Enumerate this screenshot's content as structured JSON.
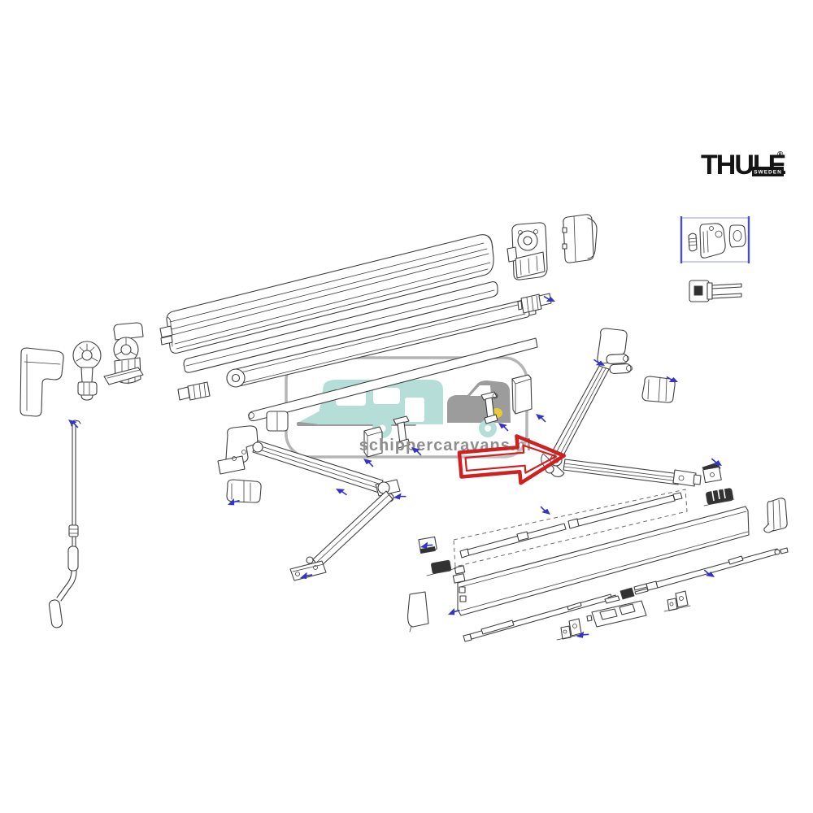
{
  "brand": {
    "name": "THULE",
    "registered": "®",
    "country": "SWEDEN"
  },
  "watermark": {
    "text": "schippercaravans.nl"
  },
  "colors": {
    "line": "#3f3f3f",
    "red_arrow": "#d02020",
    "blue_marker": "#3434c8",
    "watermark_teal": "#b5ded8",
    "watermark_gray": "#9c9c9c",
    "watermark_border": "#b5b5b5",
    "watermark_text": "#8f8f8f",
    "highlight_yellow": "#e9cb3a",
    "logo_black": "#141414",
    "box_border_blue": "#4d4dc0"
  }
}
